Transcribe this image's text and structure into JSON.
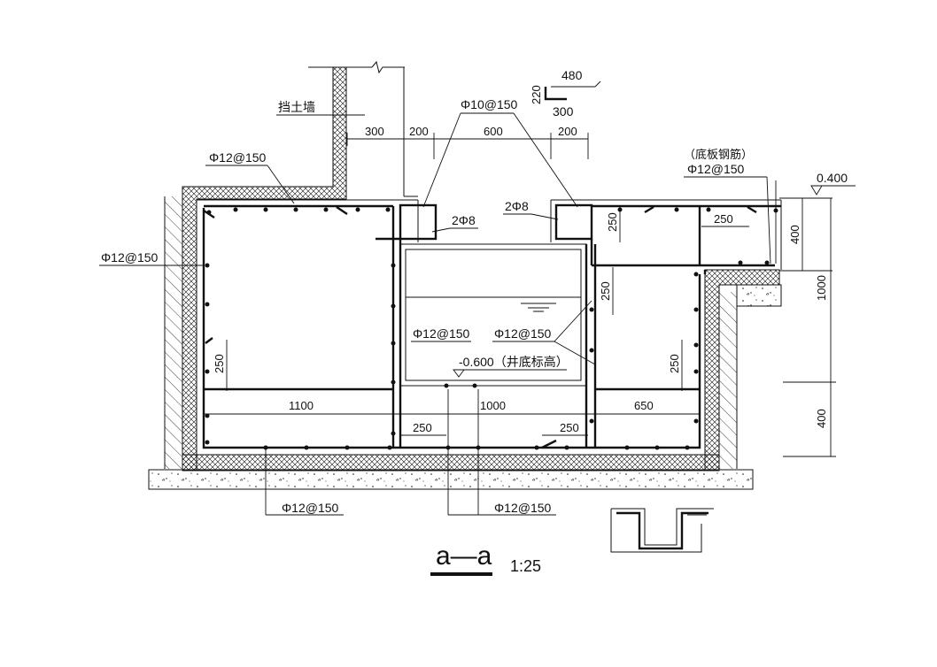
{
  "labels": {
    "retaining_wall": "挡土墙",
    "rebar_top_left": "Φ12@150",
    "rebar_left_wall": "Φ12@150",
    "rebar_center_top": "Φ10@150",
    "rebar_mid_left": "Φ12@150",
    "rebar_mid_right": "Φ12@150",
    "rebar_bottom_left": "Φ12@150",
    "rebar_bottom_right": "Φ12@150",
    "floor_rebar_note": "（底板钢筋）",
    "floor_rebar": "Φ12@150",
    "stirrup_left": "2Φ8",
    "stirrup_right": "2Φ8",
    "sump_bottom_elev": "-0.600（井底标高）",
    "elev_top": "0.400"
  },
  "dimensions": {
    "top_300": "300",
    "top_200a": "200",
    "top_600": "600",
    "top_200b": "200",
    "hook_480": "480",
    "hook_220": "220",
    "hook_300": "300",
    "v_250_left": "250",
    "v_250_right_top": "250",
    "h_250_right_top": "250",
    "v_250_center": "250",
    "v_250_right": "250",
    "h_1100": "1100",
    "h_1000": "1000",
    "h_650": "650",
    "h_250_a": "250",
    "h_250_b": "250",
    "v_400_top": "400",
    "v_1000": "1000",
    "v_400_bottom": "400"
  },
  "title": {
    "name": "a—a",
    "scale": "1:25"
  }
}
